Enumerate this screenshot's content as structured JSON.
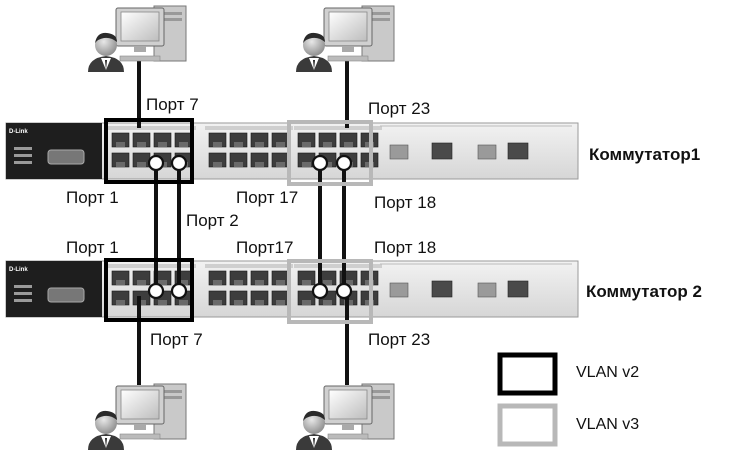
{
  "switches": [
    {
      "name": "Коммутатор1",
      "brand": "D-Link"
    },
    {
      "name": "Коммутатор 2",
      "brand": "D-Link"
    }
  ],
  "port_labels": {
    "s1_port7": "Порт 7",
    "s1_port23": "Порт 23",
    "s1_port1": "Порт 1",
    "s1_port2": "Порт 2",
    "s1_port17": "Порт 17",
    "s1_port18": "Порт 18",
    "s2_port1": "Порт 1",
    "s2_port17": "Порт17",
    "s2_port18": "Порт 18",
    "s2_port7": "Порт 7",
    "s2_port23": "Порт 23"
  },
  "legend": [
    {
      "label": "VLAN v2",
      "color": "#000000"
    },
    {
      "label": "VLAN v3",
      "color": "#b8b8b8"
    }
  ],
  "computers": [
    "pc-top-left",
    "pc-top-right",
    "pc-bottom-left",
    "pc-bottom-right"
  ]
}
